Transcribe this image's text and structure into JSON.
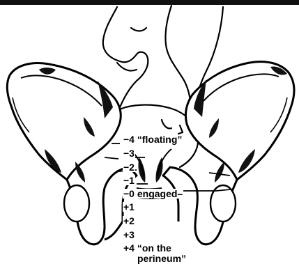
{
  "labels": {
    "m4": "−4 “floating”",
    "m3": "−3",
    "m2": "−2",
    "m1": "−1",
    "zero": "−0 engaged–",
    "p1": "+1",
    "p2": "+2",
    "p3": "+3",
    "p4": "+4 “on the",
    "p4b": "perineum”"
  }
}
